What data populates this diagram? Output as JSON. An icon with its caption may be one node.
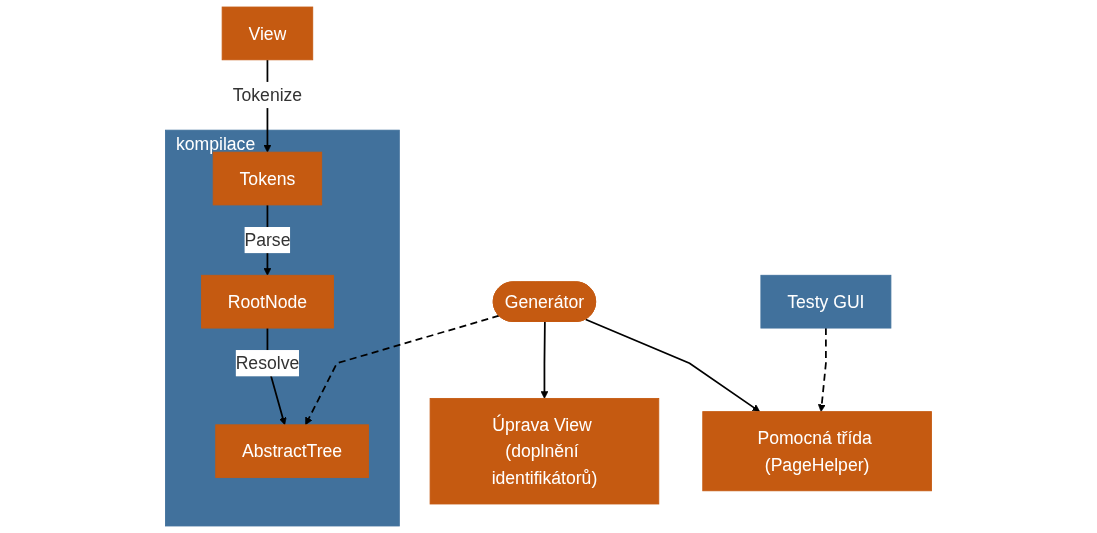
{
  "diagram": {
    "nodes": [
      {
        "text": [
          "View"
        ]
      },
      {
        "text": [
          "kompilace"
        ]
      },
      {
        "text": [
          "Tokens"
        ],
        "in": 1
      },
      {
        "text": [
          "RootNode"
        ],
        "in": 1
      },
      {
        "text": [
          "AbstractTree"
        ],
        "in": 1
      },
      {
        "text": [
          "Úprava View (doplnění identifikátorů)"
        ]
      },
      {
        "text": [
          "Generátor"
        ]
      },
      {
        "text": [
          "Pomocná třída (PageHelper)"
        ]
      },
      {
        "text": [
          "Testy GUI"
        ]
      }
    ],
    "edges": [
      {
        "from": 0,
        "to": 2,
        "arrow": "to",
        "label": "Tokenize"
      },
      {
        "from": 2,
        "to": 3,
        "arrow": "to",
        "label": "Parse"
      },
      {
        "from": 3,
        "to": 4,
        "arrow": "to",
        "label": "Resolve"
      },
      {
        "from": 6,
        "to": 5,
        "arrow": "to"
      },
      {
        "from": 6,
        "to": 7,
        "arrow": "to"
      },
      {
        "from": 8,
        "to": 7,
        "arrow": "to",
        "style": "dashed"
      },
      {
        "from": 6,
        "to": 4,
        "arrow": "to",
        "style": "dashed"
      }
    ]
  }
}
